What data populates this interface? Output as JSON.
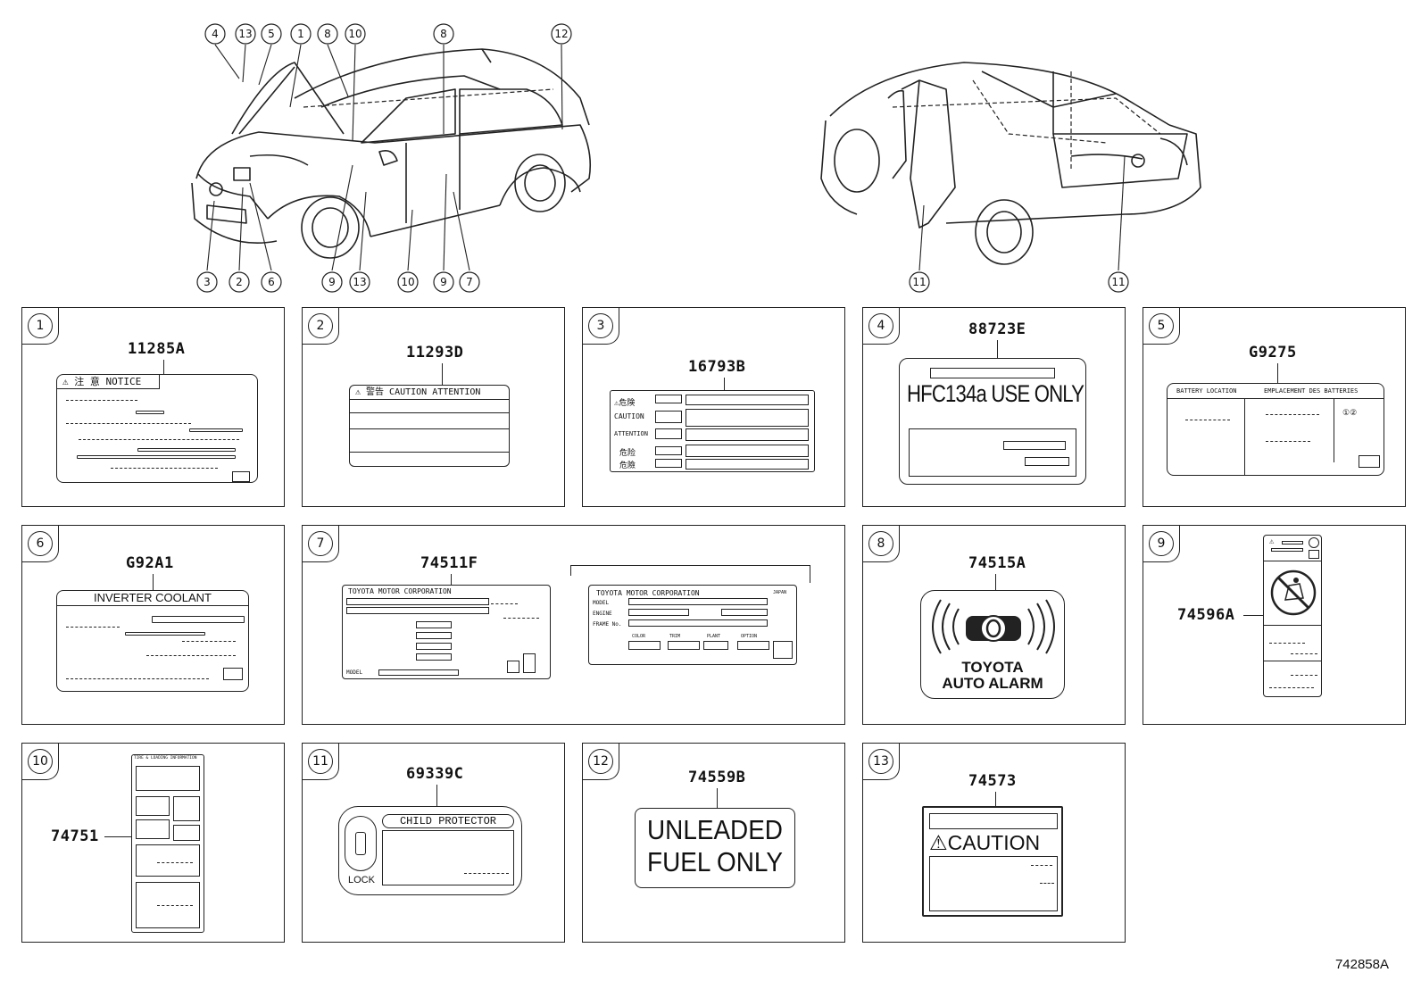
{
  "figure_id": "742858A",
  "callouts_top_front": [
    "4",
    "13",
    "5",
    "1",
    "8",
    "10",
    "8",
    "12"
  ],
  "callouts_bottom_front": [
    "3",
    "2",
    "6",
    "9",
    "13",
    "10",
    "9",
    "7"
  ],
  "callouts_rear": [
    "11",
    "11"
  ],
  "panels": [
    {
      "num": "1",
      "part": "11285A",
      "header": "⚠ 注 意  NOTICE"
    },
    {
      "num": "2",
      "part": "11293D",
      "header": "⚠ 警告  CAUTION  ATTENTION"
    },
    {
      "num": "3",
      "part": "16793B",
      "rows": [
        "⚠危険",
        "CAUTION",
        "ATTENTION",
        "危险",
        "危險"
      ]
    },
    {
      "num": "4",
      "part": "88723E",
      "text": "HFC134a USE ONLY"
    },
    {
      "num": "5",
      "part": "G9275",
      "header_left": "BATTERY LOCATION",
      "header_right": "EMPLACEMENT DES BATTERIES"
    },
    {
      "num": "6",
      "part": "G92A1",
      "header": "INVERTER COOLANT"
    },
    {
      "num": "7",
      "part": "74511F",
      "left_header": "TOYOTA MOTOR CORPORATION",
      "left_footer": "MODEL",
      "right_header": "TOYOTA MOTOR CORPORATION",
      "right_country": "JAPAN",
      "right_rows": [
        "MODEL",
        "ENGINE",
        "FRAME No."
      ],
      "right_cols": [
        "COLOR",
        "TRIM",
        "PLANT",
        "OPTION"
      ]
    },
    {
      "num": "8",
      "part": "74515A",
      "line1": "TOYOTA",
      "line2": "AUTO ALARM"
    },
    {
      "num": "9",
      "part": "74596A"
    },
    {
      "num": "10",
      "part": "74751",
      "header": "TIRE & LOADING INFORMATION"
    },
    {
      "num": "11",
      "part": "69339C",
      "header": "CHILD PROTECTOR",
      "lock": "LOCK"
    },
    {
      "num": "12",
      "part": "74559B",
      "line1": "UNLEADED",
      "line2": "FUEL ONLY"
    },
    {
      "num": "13",
      "part": "74573",
      "text": "⚠CAUTION"
    }
  ]
}
